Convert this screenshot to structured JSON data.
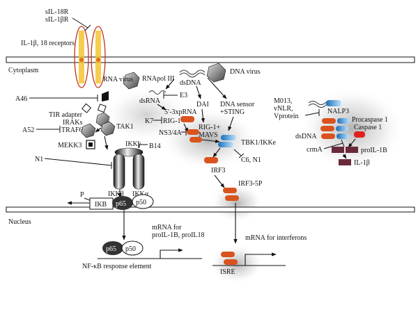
{
  "labels": {
    "sil18r": "sIL-18R",
    "sil1br": "sIL-1βR",
    "il1b_receptors": "IL-1β, 18 receptors",
    "cytoplasm": "Cytoplasm",
    "nucleus": "Nucleus",
    "rna_virus": "RNA virus",
    "rnapol3": "RNApol III",
    "dna_virus": "DNA virus",
    "dsdna": "dsDNA",
    "dsrna": "dsRNA",
    "e3": "E3",
    "dai": "DAI",
    "dna_sensor_1": "DNA sensor",
    "dna_sensor_2": "+STING",
    "xprna": "5′-3xpRNA",
    "k7": "K7",
    "rig1": "RIG-1",
    "rig1_mavs_1": "RIG-1+",
    "rig1_mavs_2": "MAVS",
    "ns3": "NS3/4A",
    "tbk1": "TBK1/IKKe",
    "c6n1": "C6, N1",
    "irf3": "IRF3",
    "irf3_5p": "IRF3-5P",
    "a46": "A46",
    "tir_adapter": "TIR adapter",
    "iraks": "IRAKs",
    "a52": "A52",
    "traf6": "TRAF6",
    "tak1": "TAK1",
    "mekk3": "MEKK3",
    "ikkg": "IKKγ",
    "b14": "B14",
    "n1": "N1",
    "ikkb": "IKKβ",
    "ikka": "IKKα",
    "p": "P",
    "ikb": "IKB",
    "p65": "p65",
    "p50": "p50",
    "mrna_pro_1": "mRNA for",
    "mrna_pro_2": "proIL-1B, proIL18",
    "nfkb_element": "NF-κB response element",
    "mrna_ifn": "mRNA for interferons",
    "isre": "ISRE",
    "m013_1": "M013,",
    "m013_2": "vNLR,",
    "m013_3": "Vprotein",
    "nalp3": "NALP3",
    "procasp": "Procaspase 1",
    "casp1": "Caspase 1",
    "dsdna2": "dsDNA",
    "crma": "crmA",
    "proil1b": "proIL-1B",
    "il1b": "IL-1β"
  },
  "colors": {
    "orange": "#d9531e",
    "blue": "#2a8fd6",
    "maroon": "#6b2a3a",
    "dark": "#222222",
    "halo": "#bfbfbf"
  }
}
